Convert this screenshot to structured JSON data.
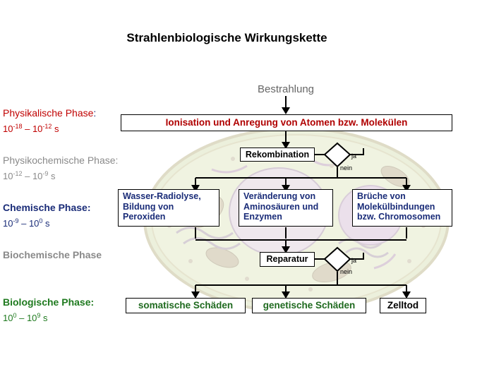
{
  "title": "Strahlenbiologische Wirkungskette",
  "input": "Bestrahlung",
  "phases": [
    {
      "name": "Physikalische Phase",
      "suffix": ":",
      "time": {
        "a": "10",
        "a_exp": "-18",
        "sep": " – ",
        "b": "10",
        "b_exp": "-12",
        "unit": " s"
      }
    },
    {
      "name": "Physikochemische Phase",
      "suffix": ":",
      "time": {
        "a": "10",
        "a_exp": "-12",
        "sep": " – ",
        "b": "10",
        "b_exp": "-9",
        "unit": " s"
      }
    },
    {
      "name": "Chemische Phase",
      "suffix": ":",
      "time": {
        "a": "10",
        "a_exp": "-9",
        "sep": " – ",
        "b": "10",
        "b_exp": "0",
        "unit": " s"
      }
    },
    {
      "name": "Biochemische Phase",
      "suffix": ""
    },
    {
      "name": "Biologische Phase",
      "suffix": ":",
      "time": {
        "a": "10",
        "a_exp": "0",
        "sep": " – ",
        "b": "10",
        "b_exp": "9",
        "unit": " s"
      }
    }
  ],
  "boxes": {
    "ionisation": "Ionisation und Anregung von Atomen bzw. Molekülen",
    "rekombination": "Rekombination",
    "radiolyse": [
      "Wasser-Radiolyse,",
      "Bildung von",
      "Peroxiden"
    ],
    "veraenderung": [
      "Veränderung von",
      "Aminosäuren und",
      "Enzymen"
    ],
    "brueche": [
      "Brüche von",
      "Molekülbindungen",
      "bzw. Chromosomen"
    ],
    "reparatur": "Reparatur",
    "somatisch": "somatische Schäden",
    "genetisch": "genetische Schäden",
    "zelltod": "Zelltod"
  },
  "decisions": [
    {
      "yes": "ja",
      "no": "nein"
    },
    {
      "yes": "ja",
      "no": "nein"
    }
  ],
  "colors": {
    "physikalisch": "#c00000",
    "gray": "#8a8a8a",
    "chemisch": "#1a2c78",
    "biologisch": "#1f7a1f",
    "cell_fill": "#dfe6c4"
  }
}
